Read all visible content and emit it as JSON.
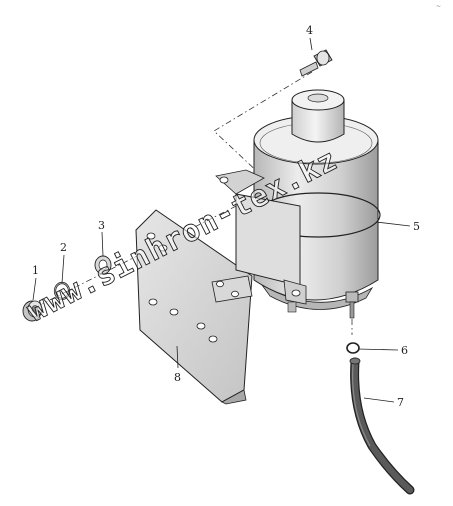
{
  "callouts": {
    "c1": "1",
    "c2": "2",
    "c3": "3",
    "c4": "4",
    "c5": "5",
    "c6": "6",
    "c7": "7",
    "c8": "8"
  },
  "watermark": "www.sinhron-tex.kz",
  "corner_mark": "~",
  "colors": {
    "line": "#222222",
    "metal_light": "#e8e8e8",
    "metal_mid": "#c8c8c8",
    "metal_dark": "#9a9a9a",
    "hose": "#555555"
  }
}
